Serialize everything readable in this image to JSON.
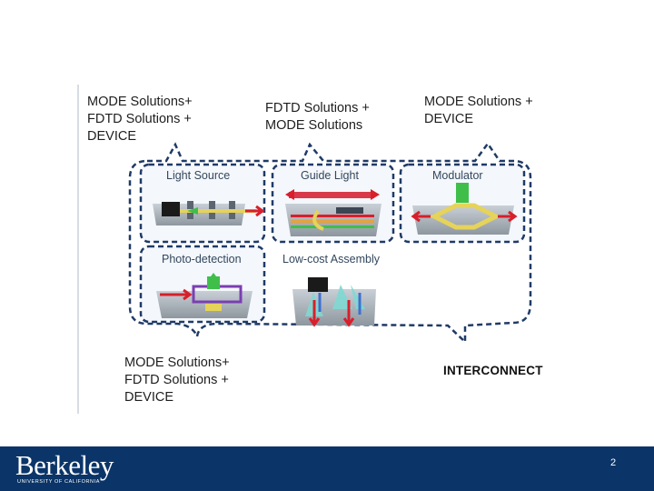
{
  "labels": {
    "top_left": "MODE Solutions+\nFDTD Solutions +\nDEVICE",
    "top_middle": "FDTD Solutions +\nMODE Solutions",
    "top_right": "MODE Solutions +\nDEVICE",
    "bottom_left": "MODE Solutions+\nFDTD Solutions +\nDEVICE",
    "interconnect": "INTERCONNECT"
  },
  "panels": {
    "light_source": "Light Source",
    "guide_light": "Guide Light",
    "modulator": "Modulator",
    "photo_detection": "Photo-detection",
    "low_cost_assembly": "Low-cost Assembly"
  },
  "footer": {
    "logo_text": "Berkeley",
    "logo_subtext": "UNIVERSITY OF CALIFORNIA",
    "page_number": "2"
  },
  "colors": {
    "footer_bg": "#0b3568",
    "dashed_line": "#1f3a66",
    "panel_text": "#33475e"
  }
}
